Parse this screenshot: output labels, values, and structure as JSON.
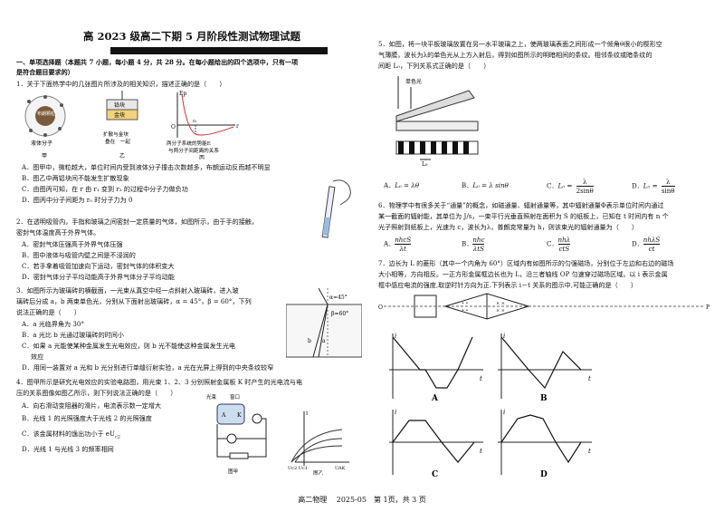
{
  "header": {
    "title": "高 2023 级高二下期 5 月阶段性测试物理试题"
  },
  "section1": {
    "heading_l1": "一、单项选择题（本题共 7 小题，每小题 4 分，共 28 分。在每小题给出的四个选项中，只有一项",
    "heading_l2": "是符合题目要求的）"
  },
  "q1": {
    "stem": "1．关于下面热学中的几张图片所涉及的相关知识，描述正确的是（　　）",
    "fig_labels": {
      "a_center": "布朗颗粒",
      "a_caption": "液体分子",
      "b_top": "铅块",
      "b_bottom": "金块",
      "b_caption1": "扩散与金块",
      "b_caption2": "叠在　一起",
      "c_caption1": "两分子系统的势能E",
      "c_caption2": "与两分子间距离的关系",
      "c_axis_y": "Ep",
      "c_axis_x": "r",
      "c_r0": "r₀",
      "c_origin": "O",
      "jia": "甲",
      "yi": "乙",
      "bing": "丙"
    },
    "A": "A．图甲中，微粒越大，单位时间内受到液体分子撞击次数越多，布朗运动反而越不明显",
    "B": "B．图乙中两铝块间不能发生扩散现象",
    "C": "C．由图丙可知，在 r 由 r₁ 变到 r₂ 的过程中分子力做负功",
    "D": "D．图丙中分子间距为 r₀ 时分子力为 0"
  },
  "q2": {
    "stem_l1": "2．在透明吸管内，手指和玻璃之间密封一定质量的气体，如图所示，由于手的接触，",
    "stem_l2": "密封气体温度高于外界气体。",
    "A": "A．密封气体压强高于外界气体压强",
    "B": "B．图中液体与吸管内壁之间是不浸润的",
    "C": "C．若手拿着吸管加速向下运动，密封气体的体积变大",
    "D": "D．密封气体分子平均动能高于外界气体分子平均动能"
  },
  "q3": {
    "stem_l1": "3．如图所示为玻璃砖的横截面，一光束从真空中经一点斜射入玻璃砖，进入玻",
    "stem_l2": "璃砖后分成 a，b 两束单色光，分别从下面射出玻璃砖，α = 45°，β = 60°，下列",
    "stem_l3": "说法正确的是（　　）",
    "A": "A．a 光临界角为 30°",
    "B": "B．a 光比 b 光通过玻璃砖的时间小",
    "C_l1": "C．如果 a 光能使某种金属发生光电效应，则 b 光不能使这种金属发生光电",
    "C_l2": "效应",
    "D": "D．用同一装置对 a 光和 b 光分别进行单缝衍射实验，a 光在光屏上得到的中央条纹较窄",
    "fig_alpha": "α=45°",
    "fig_beta": "β=60°",
    "fig_a": "a",
    "fig_b": "b"
  },
  "q4": {
    "stem_l1": "4．图甲所示是研究光电效应的实验电路图，用光束 1、2、3 分别照射金属板 K 时产生的光电流与电",
    "stem_l2": "压的关系图像如图乙所示，则下列说法正确的是（　　）",
    "A": "A．向右滑动变阻器的滑片，电流表示数一定增大",
    "B": "B．光线 1 的光照强度大于光线 2 的光照强度",
    "C": "C．该金属材料的逸出功小于 eU",
    "C_sub": "c2",
    "D": "D．光线 1 与光线 3 的频率相同",
    "fig_light": "光束",
    "fig_window": "窗口",
    "fig_jia": "图甲",
    "fig_yi": "图乙",
    "fig_uc": "Uc2 Uc1",
    "fig_uak": "UAK",
    "fig_i": "I",
    "fig_K": "K",
    "fig_A": "A"
  },
  "q5": {
    "stem_l1": "5．如图，将一块平板玻璃放置在另一水平玻璃之上，使两玻璃表面之间形成一个倾角θ很小的楔形空",
    "stem_l2": "气薄膜，波长为λ的单色光从上方入射后，得到如图所示的明暗相间的条纹。相邻条纹或暗条纹的",
    "stem_l3": "间距 L₀，下列关系式正确的是（　　）",
    "fig_light": "单色光",
    "fig_L0": "L₀",
    "A_pre": "A．",
    "A": "L₀ = λθ",
    "B_pre": "B．",
    "B": "L₀ = λ sinθ",
    "C_pre": "C．",
    "C_lhs": "L₀ =",
    "C_num": "λ",
    "C_den": "2sinθ",
    "D_pre": "D．",
    "D_lhs": "L₀ =",
    "D_num": "λ",
    "D_den": "sinθ"
  },
  "q6": {
    "stem_l1": "6．物理学中有很多关于“通量”的概念，如磁通量、辐射通量等，其中辐射通量Φ表示单位时间内通过",
    "stem_l2": "某一截面的辐射能，其单位为 J/s，一束平行光垂直照射在面积为 S 的纸板上，已知在 t 时间内有 n 个",
    "stem_l3": "光子照射到纸板上，光速为 c，波长为λ，普朗克常量为 h，则该束光的辐射通量为（　　）",
    "A_pre": "A．",
    "A_num": "nhcS",
    "A_den": "λt",
    "B_pre": "B．",
    "B_num": "nhc",
    "B_den": "λtS",
    "C_pre": "C．",
    "C_num": "nhλ",
    "C_den": "ctS",
    "D_pre": "D．",
    "D_num": "nhλS",
    "D_den": "ct"
  },
  "q7": {
    "stem_l1": "7．边长为 L 的菱形（其中一个内角为 60°）区域内有如图所示的匀强磁场，分别位于左边和右边的磁场",
    "stem_l2": "大小相等，方向相反。一正方形金属框边长也为 L，沿三者轴线 OP 匀速穿过磁场区域。以 i 表示金属",
    "stem_l3": "框中感应电流的强度,取逆时针方向为正.下列表示 i－t 关系的图示中,可能正确的是（　　）",
    "fig_O": "O",
    "fig_P": "P",
    "graph_i": "i",
    "graph_t": "t",
    "graph_o": "O",
    "labels": [
      "A",
      "B",
      "C",
      "D"
    ]
  },
  "footer": {
    "text": "高二物理　 2025-05　第 1页，共 3 页"
  }
}
